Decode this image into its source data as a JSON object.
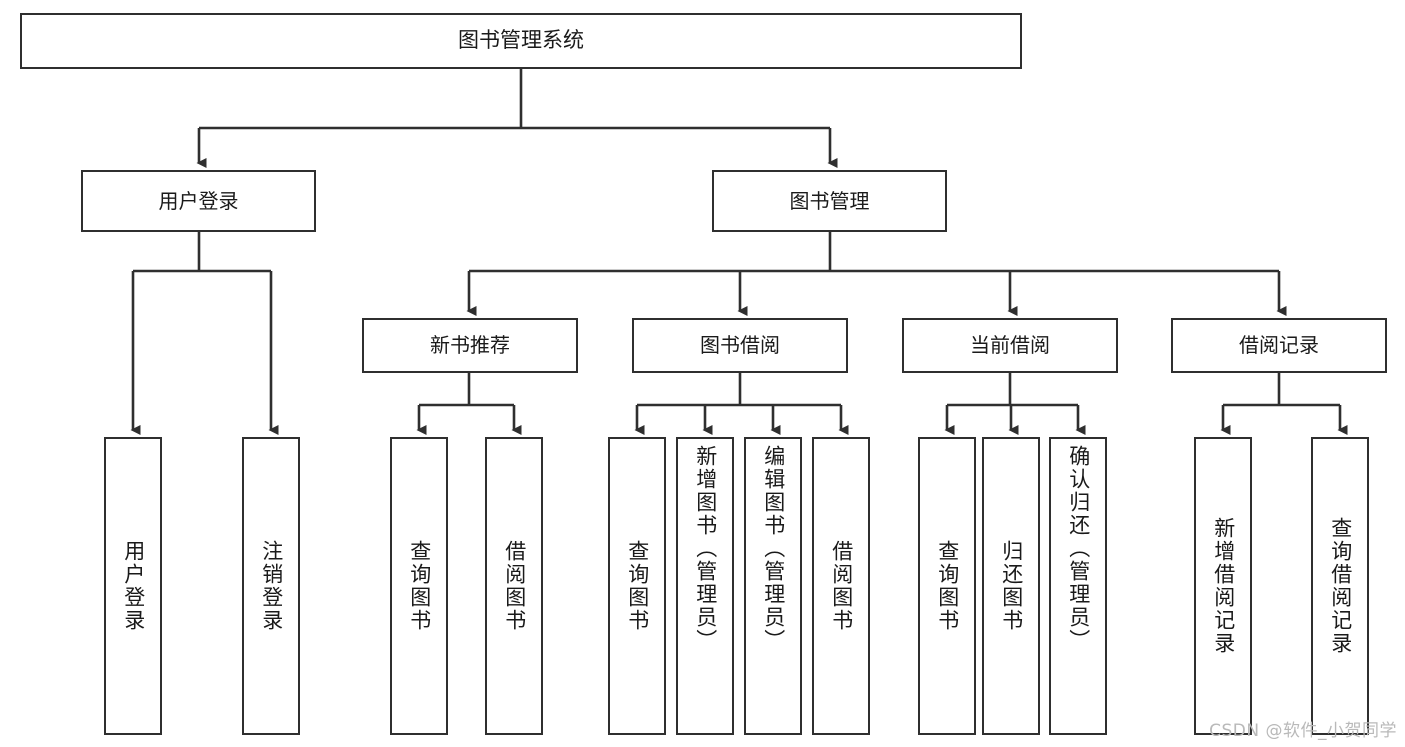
{
  "diagram": {
    "type": "tree-hierarchy",
    "title": "图书管理系统",
    "colors": {
      "background": "#ffffff",
      "border": "#2f2f2f",
      "connector": "#2f2f2f",
      "text": "#1a1a1a",
      "watermark": "#b9b9b9"
    },
    "root": {
      "label": "图书管理系统"
    },
    "level2": [
      {
        "label": "用户登录"
      },
      {
        "label": "图书管理"
      }
    ],
    "level3": [
      {
        "label": "新书推荐"
      },
      {
        "label": "图书借阅"
      },
      {
        "label": "当前借阅"
      },
      {
        "label": "借阅记录"
      }
    ],
    "leaves": {
      "user_login": [
        {
          "label": "用户登录"
        },
        {
          "label": "注销登录"
        }
      ],
      "new_book_recommend": [
        {
          "label": "查询图书"
        },
        {
          "label": "借阅图书"
        }
      ],
      "book_borrow": [
        {
          "label": "查询图书"
        },
        {
          "label": "新增图书（管理员）"
        },
        {
          "label": "编辑图书（管理员）"
        },
        {
          "label": "借阅图书"
        }
      ],
      "current_borrow": [
        {
          "label": "查询图书"
        },
        {
          "label": "归还图书"
        },
        {
          "label": "确认归还（管理员）"
        }
      ],
      "borrow_record": [
        {
          "label": "新增借阅记录"
        },
        {
          "label": "查询借阅记录"
        }
      ]
    }
  },
  "watermark": {
    "text": "CSDN @软件_小贺同学"
  }
}
